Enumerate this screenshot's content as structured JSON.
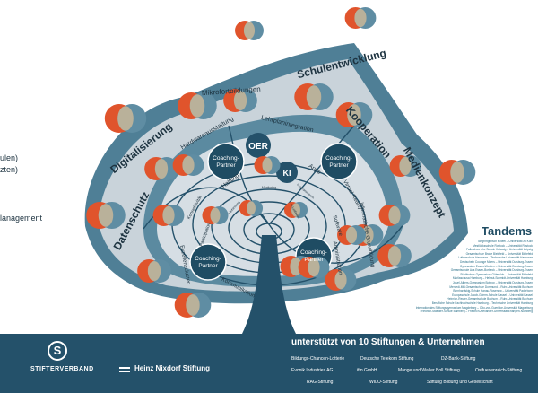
{
  "left_fragments": [
    "ulen)",
    "zten)",
    "lanagement"
  ],
  "diagram": {
    "outer_ring": [
      "Digitalisierung",
      "Mikrofortbildungen",
      "Schulentwicklung",
      "Kooperation",
      "Medienkonzept",
      "Datenschutz"
    ],
    "inner_ring": [
      "Hardwareausstattung",
      "Lehrplanintegration",
      "Konnektivität",
      "Partizipation",
      "Haltung",
      "OER",
      "KI",
      "Apps",
      "Virtual Reality",
      "Software",
      "Informatische Grundbildung",
      "Administration",
      "Kommunikation",
      "Exzellenzcluster"
    ],
    "small_labels": [
      "Verbindung",
      "Monitoring",
      "Programmieren",
      "IT-Leitfaden"
    ],
    "coaching": [
      "Coaching-Partner",
      "Coaching-Partner",
      "Coaching-Partner",
      "Coaching-Partner"
    ]
  },
  "tandems": {
    "title": "Tandems",
    "lines": [
      "Tangrimgünsch e.Bffel – Universität zu Köln",
      "Mestlöcksschule Rostock – Universität Rostock",
      "Falkrichwe uhe Schule Katawig – Universität Leipzig",
      "Gesamtschule Brake Bielefeld – Universität Bielefeld",
      "Lutherschule Hannover – Technische Universität Hannover",
      "Deutschein Courage Moers – Universität Duisburg-Essen",
      "Gymnasium Essen-Werden – Universität Duisburg-Essen",
      "Gesamtschule Aus Essen-Borbeck – Universität Duisburg-Essen",
      "Städtisches Gymnasium Gütersloh – Universität Bielefeld",
      "Marilaschusa Hamburg – Helmut-Schmidt-Universität Hamburg",
      "Josef-Albers-Gymnasium Bottrop – Universität Duisburg-Essen",
      "Mercedi-Mill-Gesamtschule Dortmund – Ruhr-Universität Bochum",
      "Bernhardskig-Schule Hanau-Rosenow – Universität Paderborn",
      "Europaschule Jacob-Grimm-Schule Kassel – Universität Kassel",
      "Heinrich-Reuter-Gesamtschule Bochum – Ruhr-Universität Bochum",
      "Berufliche Schule Fachhochschule Hamburg – Technische Universität Hamburg",
      "Internationales Stiftungsgymnasium Magdeburg – Otto-von-Guericke-Universität Magdeburg",
      "Friedrich-Staedler-Schule Bamberg – Friedrich-Alexander-Universität Erlangen-Nürnberg"
    ]
  },
  "footer": {
    "supported_by": "unterstützt von 10 Stiftungen & Unternehmen",
    "sponsors": [
      "Bildungs-Chancen-Lotterie",
      "Deutsche Telekom Stiftung",
      "DZ-Bank-Stiftung",
      "Evonik Industries AG",
      "ifm GmbH",
      "Mange und Walter Boll Stiftung",
      "Ostfuesenreich-Stiftung",
      "RAG-Stiftung",
      "WILO-Stiftung",
      "Stiftung Bildung und Gesellschaft"
    ],
    "stifterverband": "STIFTERVERBAND",
    "nixdorf": "Heinz Nixdorf Stiftung"
  },
  "colors": {
    "dark_teal": "#24516a",
    "mid_blue": "#5f8da3",
    "light_grey_blue": "#c5d0d8",
    "orange_red": "#e0542c",
    "sage": "#b9b19a",
    "badge": "#1f4c63"
  }
}
